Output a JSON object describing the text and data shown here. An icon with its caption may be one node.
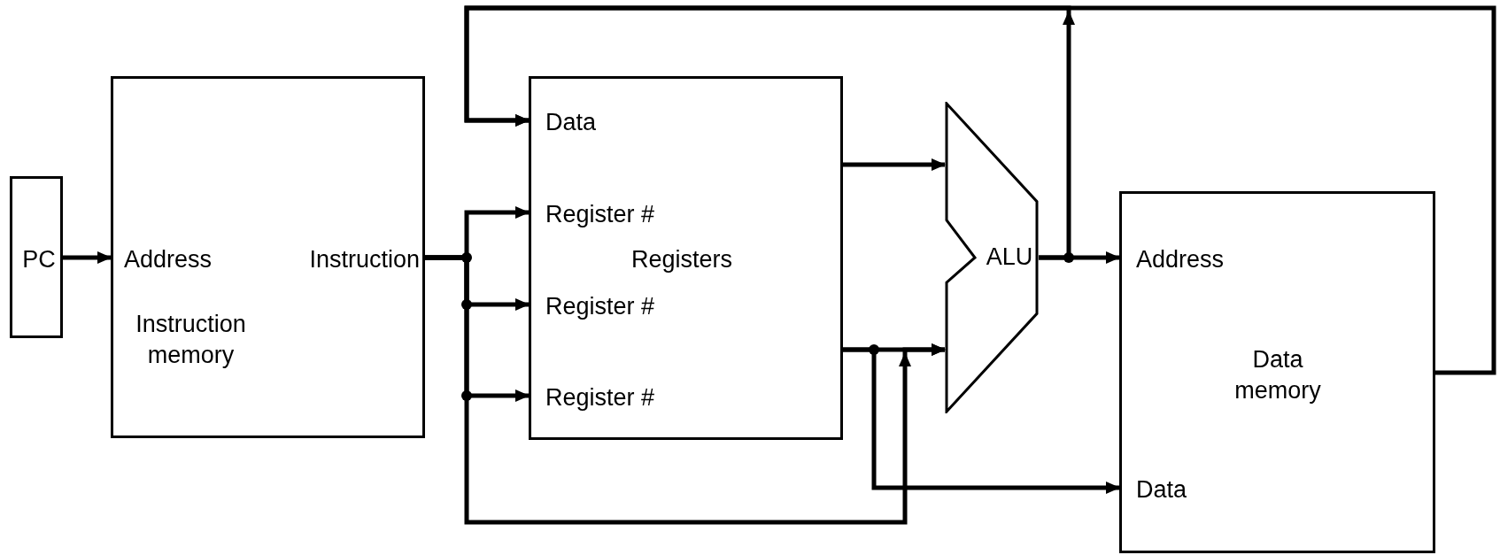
{
  "diagram": {
    "nodes": [
      {
        "text": [
          "PC"
        ]
      },
      {
        "text": [
          "Address",
          "Instruction",
          "Instruction memory"
        ]
      },
      {
        "text": [
          "Data",
          "Register #",
          "Register #",
          "Register #",
          "Registers"
        ]
      },
      {
        "text": [
          "ALU"
        ]
      },
      {
        "text": [
          "Address",
          "Data memory",
          "Data"
        ]
      }
    ],
    "edges": [
      {
        "from": 0,
        "to": 1,
        "arrow": "to"
      },
      {
        "from": 1,
        "to": 2,
        "arrow": "to"
      },
      {
        "from": 1,
        "to": 2,
        "arrow": "to"
      },
      {
        "from": 1,
        "to": 2,
        "arrow": "to"
      },
      {
        "from": 1,
        "to": 3,
        "arrow": "to"
      },
      {
        "from": 2,
        "to": 3,
        "arrow": "to"
      },
      {
        "from": 2,
        "to": 3,
        "arrow": "to"
      },
      {
        "from": 2,
        "to": 4,
        "arrow": "to"
      },
      {
        "from": 3,
        "to": 4,
        "arrow": "to"
      },
      {
        "from": 4,
        "to": 2,
        "arrow": "to"
      },
      {
        "from": 3,
        "to": 2,
        "arrow": "to"
      }
    ]
  }
}
